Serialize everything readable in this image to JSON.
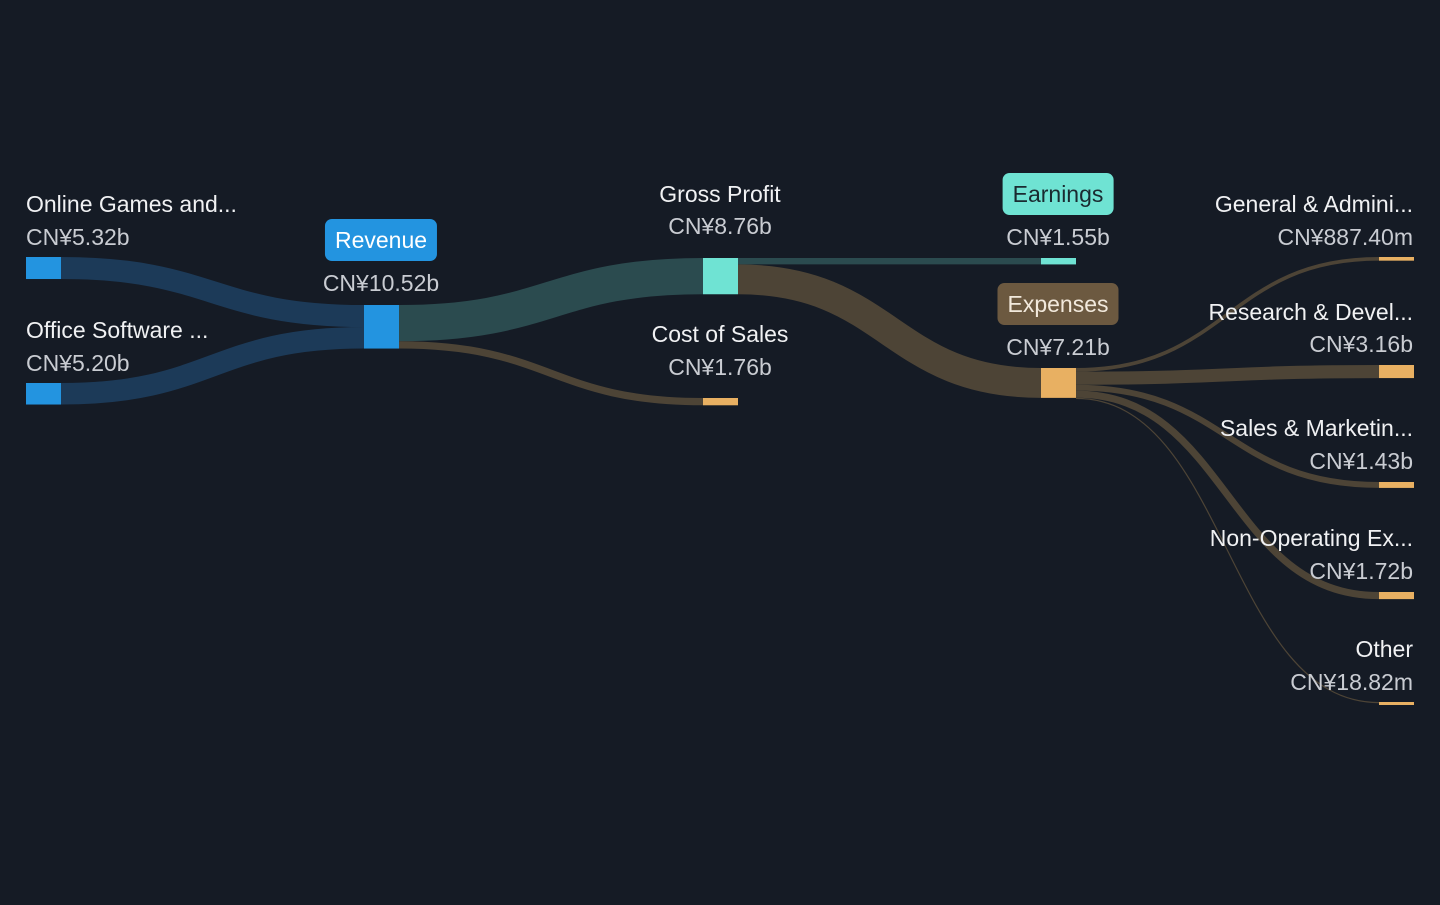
{
  "colors": {
    "background": "#151b25",
    "revenue": "#2394e0",
    "revenue_flow": "#1c3a58",
    "gross_profit": "#6fe3d3",
    "gross_profit_flow": "#2b4b4f",
    "expenses": "#e8b062",
    "expenses_flow": "#4d4436",
    "expenses_badge": "#6c5940",
    "earnings_badge": "#6fe3d3",
    "label": "#f0f1f3",
    "value": "#c9ccd2"
  },
  "nodes": {
    "online_games": {
      "label": "Online Games and...",
      "value": "CN¥5.32b"
    },
    "office_software": {
      "label": "Office Software ...",
      "value": "CN¥5.20b"
    },
    "revenue": {
      "label": "Revenue",
      "value": "CN¥10.52b"
    },
    "gross_profit": {
      "label": "Gross Profit",
      "value": "CN¥8.76b"
    },
    "cost_of_sales": {
      "label": "Cost of Sales",
      "value": "CN¥1.76b"
    },
    "earnings": {
      "label": "Earnings",
      "value": "CN¥1.55b"
    },
    "expenses": {
      "label": "Expenses",
      "value": "CN¥7.21b"
    },
    "general_admin": {
      "label": "General & Admini...",
      "value": "CN¥887.40m"
    },
    "research_dev": {
      "label": "Research & Devel...",
      "value": "CN¥3.16b"
    },
    "sales_marketing": {
      "label": "Sales & Marketin...",
      "value": "CN¥1.43b"
    },
    "non_operating": {
      "label": "Non-Operating Ex...",
      "value": "CN¥1.72b"
    },
    "other": {
      "label": "Other",
      "value": "CN¥18.82m"
    }
  },
  "flows": [
    {
      "from": "online_games",
      "to": "revenue",
      "amount": 5.32
    },
    {
      "from": "office_software",
      "to": "revenue",
      "amount": 5.2
    },
    {
      "from": "revenue",
      "to": "gross_profit",
      "amount": 8.76
    },
    {
      "from": "revenue",
      "to": "cost_of_sales",
      "amount": 1.76
    },
    {
      "from": "gross_profit",
      "to": "earnings",
      "amount": 1.55
    },
    {
      "from": "gross_profit",
      "to": "expenses",
      "amount": 7.21
    },
    {
      "from": "expenses",
      "to": "general_admin",
      "amount": 0.8874
    },
    {
      "from": "expenses",
      "to": "research_dev",
      "amount": 3.16
    },
    {
      "from": "expenses",
      "to": "sales_marketing",
      "amount": 1.43
    },
    {
      "from": "expenses",
      "to": "non_operating",
      "amount": 1.72
    },
    {
      "from": "expenses",
      "to": "other",
      "amount": 0.01882
    }
  ]
}
